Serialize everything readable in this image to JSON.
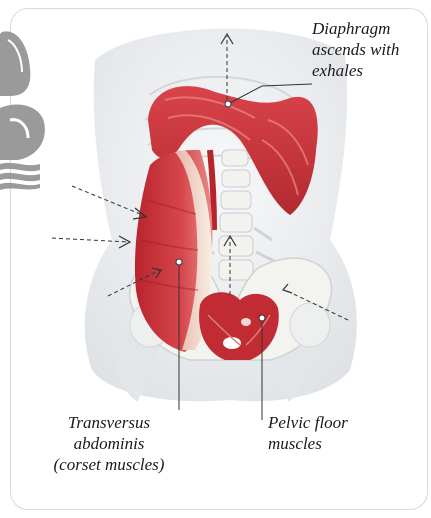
{
  "labels": {
    "diaphragm": [
      "Diaphragm",
      "ascends with",
      "exhales"
    ],
    "transversus": [
      "Transversus",
      "abdominis",
      "(corset muscles)"
    ],
    "pelvic_floor": [
      "Pelvic floor",
      "muscles"
    ]
  },
  "colors": {
    "muscle": "#c8323a",
    "muscle_light": "#e07a7a",
    "body": "#e9ebee",
    "bone": "#f4f4f2",
    "logo": "#9a9a9a",
    "arrow": "#333333"
  },
  "icons": {
    "logo": "lungs-wave-logo"
  }
}
